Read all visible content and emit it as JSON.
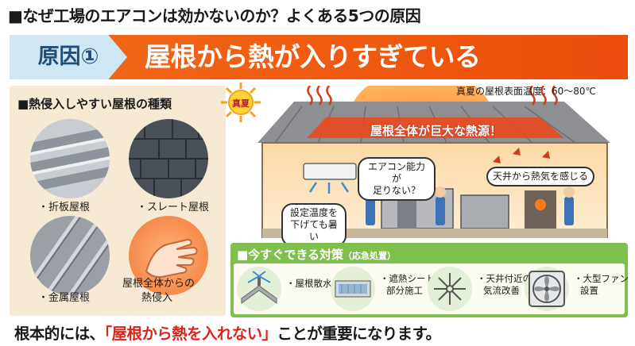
{
  "page_title": "■なぜ工場のエアコンは効かないのか？よくある5つの原因",
  "banner": {
    "cause_label": "原因①",
    "cause_title": "屋根から熱が入りすぎている"
  },
  "roof_panel": {
    "title": "■熱侵入しやすい屋根の種類",
    "items": [
      {
        "label": "・折板屋根",
        "icon": "folded-plate-roof-icon"
      },
      {
        "label": "・スレート屋根",
        "icon": "slate-roof-icon"
      },
      {
        "label": "・金属屋根",
        "icon": "metal-roof-icon"
      },
      {
        "label_line1": "屋根全体からの",
        "label_line2": "熱侵入",
        "icon": "hand-heat-icon"
      }
    ]
  },
  "scene": {
    "summer_badge": "真夏",
    "temp_note": "真夏の屋根表面温度：60〜80℃",
    "heat_label": "屋根全体が巨大な熱源！",
    "bubble_ac_line1": "エアコン能力が",
    "bubble_ac_line2": "足りない？",
    "bubble_ceiling": "天井から熱気を感じる",
    "bubble_setting_line1": "設定温度を",
    "bubble_setting_line2": "下げても暑い"
  },
  "measures": {
    "title": "■今すぐできる対策",
    "title_sub": "（応急処置）",
    "items": [
      {
        "line1": "・屋根散水",
        "line2": "",
        "icon": "roof-sprinkler-icon"
      },
      {
        "line1": "・遮熱シート",
        "line2": "部分施工",
        "icon": "heat-shield-sheet-icon"
      },
      {
        "line1": "・天井付近の",
        "line2": "気流改善",
        "icon": "airflow-icon"
      },
      {
        "line1": "・大型ファン",
        "line2": "設置",
        "icon": "large-fan-icon"
      }
    ]
  },
  "conclusion": {
    "before": "根本的には、",
    "emphasis": "「屋根から熱を入れない」",
    "after": "ことが重要になります。"
  },
  "colors": {
    "banner_orange": "#ef5a10",
    "cause_label_bg": "#cfe6f3",
    "panel_beige": "#f7ead4",
    "measures_green": "#7fbf4d",
    "emphasis_red": "#d9261c"
  }
}
